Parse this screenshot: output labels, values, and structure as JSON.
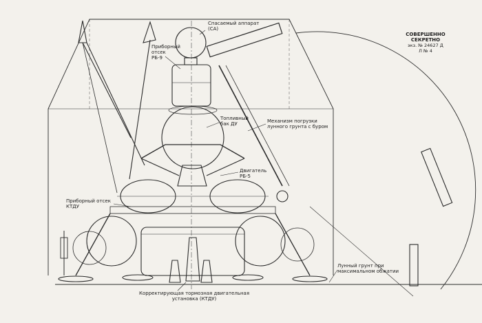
{
  "stamp": {
    "line1": "СОВЕРШЕННО",
    "line2": "СЕКРЕТНО",
    "line3": "экз. № 24627 Д",
    "line4": "Л № 4"
  },
  "labels": {
    "return_capsule": "Спасаемый аппарат\n(СА)",
    "instrument_bay_return": "Приборный\nотсек\nРБ-9",
    "fuel_tank": "Топливный\nбак ДУ",
    "drill_arm": "Механизм погрузки\nлунного грунта с буром",
    "engine": "Двигатель\nРБ-5",
    "instrument_bay_ktdu": "Приборный отсек\nКТДУ",
    "lunar_soil": "Лунный грунт при\nмаксимальном обжатии",
    "ktdu": "Корректирующая тормозная двигательная\nустановка (КТДУ)"
  },
  "colors": {
    "ink": "#2a2a2a",
    "paper": "#f3f1ec"
  }
}
